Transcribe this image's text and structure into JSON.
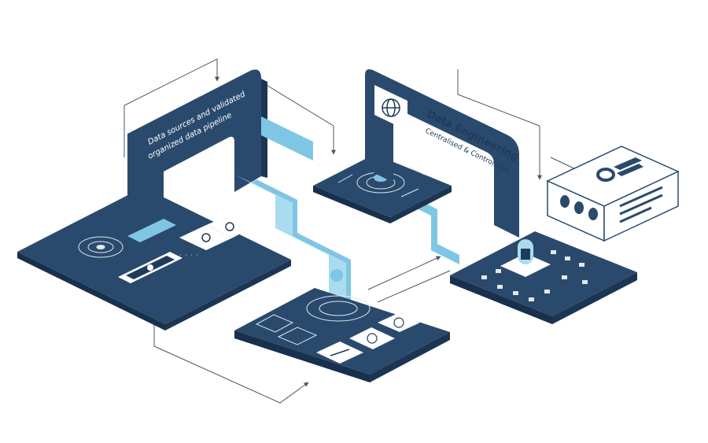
{
  "diagram": {
    "banner_line1": "Data sources and validated",
    "banner_line2": "organized data pipeline",
    "engine_title": "Data Engineering",
    "engine_subtitle": "Centralised & Controllable",
    "colors": {
      "navy": "#2a4a6d",
      "navy_dark": "#1c3553",
      "navy_edge": "#18304b",
      "cyan": "#7ec6e3",
      "cyan_light": "#a9dcef",
      "line": "#4a5560",
      "white": "#ffffff"
    },
    "icons": {
      "left_platform": [
        "target-icon",
        "monitor-icon",
        "image-gallery-icon",
        "cloud-image-icon"
      ],
      "center_platform": [
        "target-icon",
        "network-icon",
        "chart-icon"
      ],
      "bottom_platform": [
        "people-icon",
        "shield-icon",
        "graph-icon",
        "brain-icon"
      ],
      "right_platform": [
        "chip-icon",
        "grid-icon"
      ],
      "engine_panel": [
        "globe-icon"
      ],
      "server": [
        "server-box-icon"
      ]
    }
  }
}
